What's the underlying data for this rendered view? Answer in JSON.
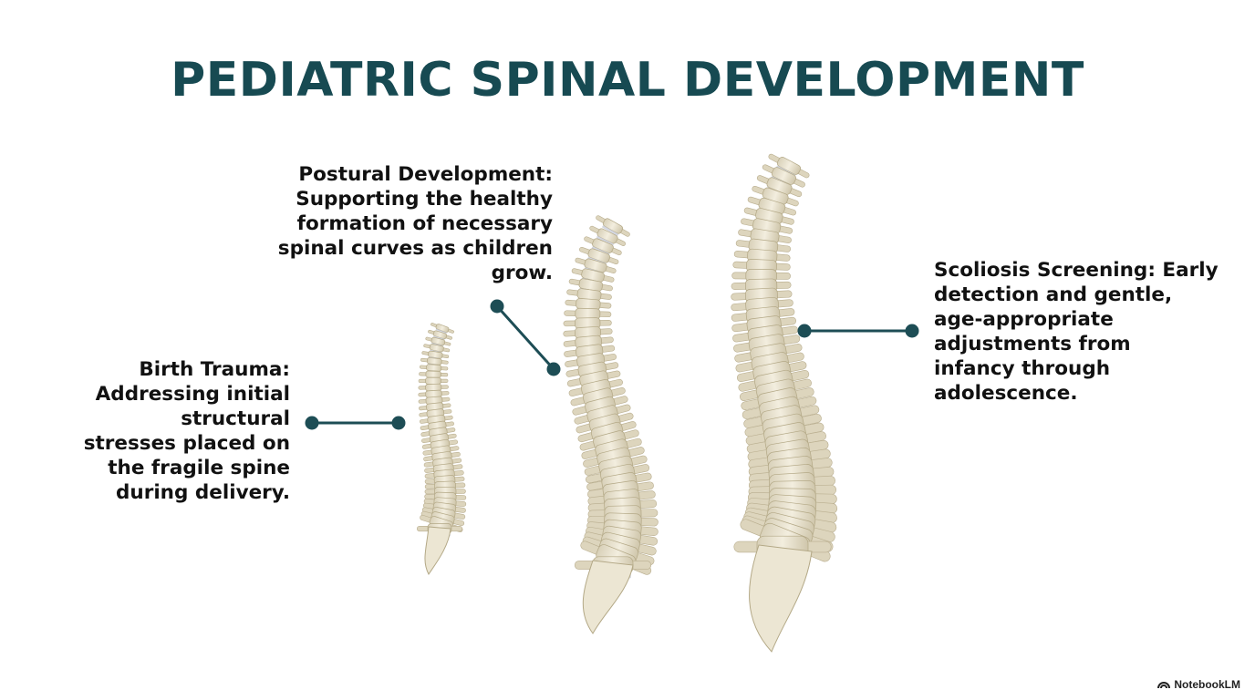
{
  "title": "PEDIATRIC SPINAL DEVELOPMENT",
  "callouts": {
    "birth_trauma": {
      "lines": [
        "Birth Trauma:",
        "Addressing initial",
        "structural",
        "stresses placed on",
        "the fragile spine",
        "during delivery."
      ]
    },
    "postural_development": {
      "lines": [
        "Postural Development:",
        "Supporting the healthy",
        "formation of necessary",
        "spinal curves as children",
        "grow."
      ]
    },
    "scoliosis_screening": {
      "lines": [
        "Scoliosis Screening: Early",
        "detection and gentle,",
        "age-appropriate",
        "adjustments from",
        "infancy through",
        "adolescence."
      ]
    }
  },
  "brand": {
    "name": "NotebookLM"
  },
  "colors": {
    "title": "#174a52",
    "connector": "#1d4d55",
    "bone": "#ece6d3",
    "disc": "#c9cdd8",
    "text": "#111111"
  }
}
